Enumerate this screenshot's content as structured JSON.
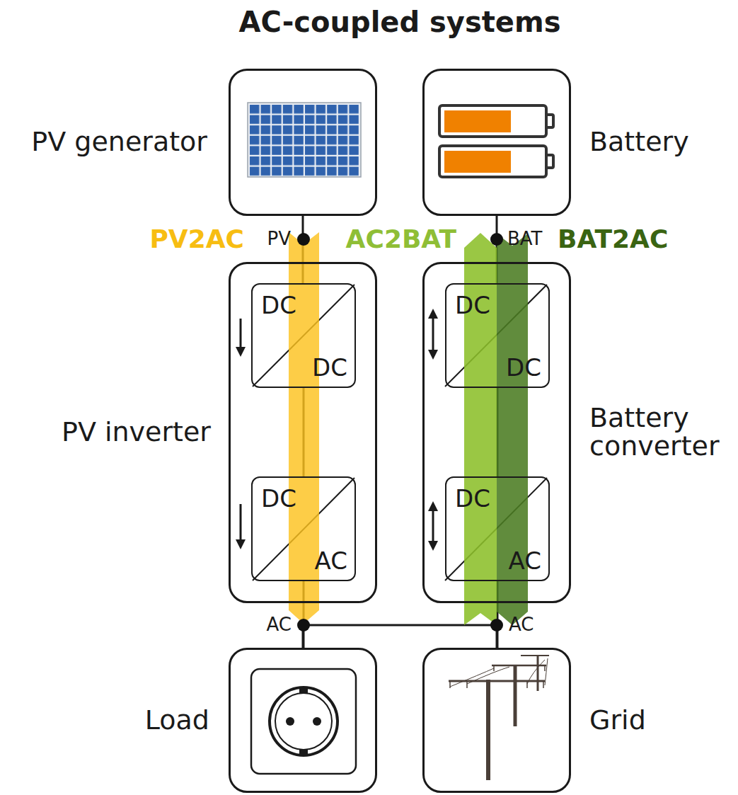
{
  "diagram": {
    "title": "AC-coupled systems",
    "nodes": [
      {
        "text": [
          "PV generator"
        ]
      },
      {
        "text": [
          "Battery"
        ]
      },
      {
        "text": [
          "PV inverter"
        ]
      },
      {
        "text": [
          "DC",
          "DC"
        ],
        "in": 2
      },
      {
        "text": [
          "DC",
          "AC"
        ],
        "in": 2
      },
      {
        "text": [
          "Battery converter"
        ]
      },
      {
        "text": [
          "DC",
          "DC"
        ],
        "in": 5
      },
      {
        "text": [
          "DC",
          "AC"
        ],
        "in": 5
      },
      {
        "text": [
          "Load"
        ]
      },
      {
        "text": [
          "Grid"
        ]
      }
    ],
    "edges": [
      {
        "from": 0,
        "to": 3,
        "arrow": "none"
      },
      {
        "from": 3,
        "to": 4,
        "arrow": "none"
      },
      {
        "from": 4,
        "to": 8,
        "arrow": "none"
      },
      {
        "from": 1,
        "to": 6,
        "arrow": "none"
      },
      {
        "from": 6,
        "to": 7,
        "arrow": "none"
      },
      {
        "from": 7,
        "to": 9,
        "arrow": "none"
      },
      {
        "from": 8,
        "to": 9,
        "arrow": "none"
      }
    ],
    "labels": [
      "PV2AC",
      "AC2BAT",
      "BAT2AC",
      "PV",
      "BAT",
      "AC",
      "AC"
    ]
  }
}
